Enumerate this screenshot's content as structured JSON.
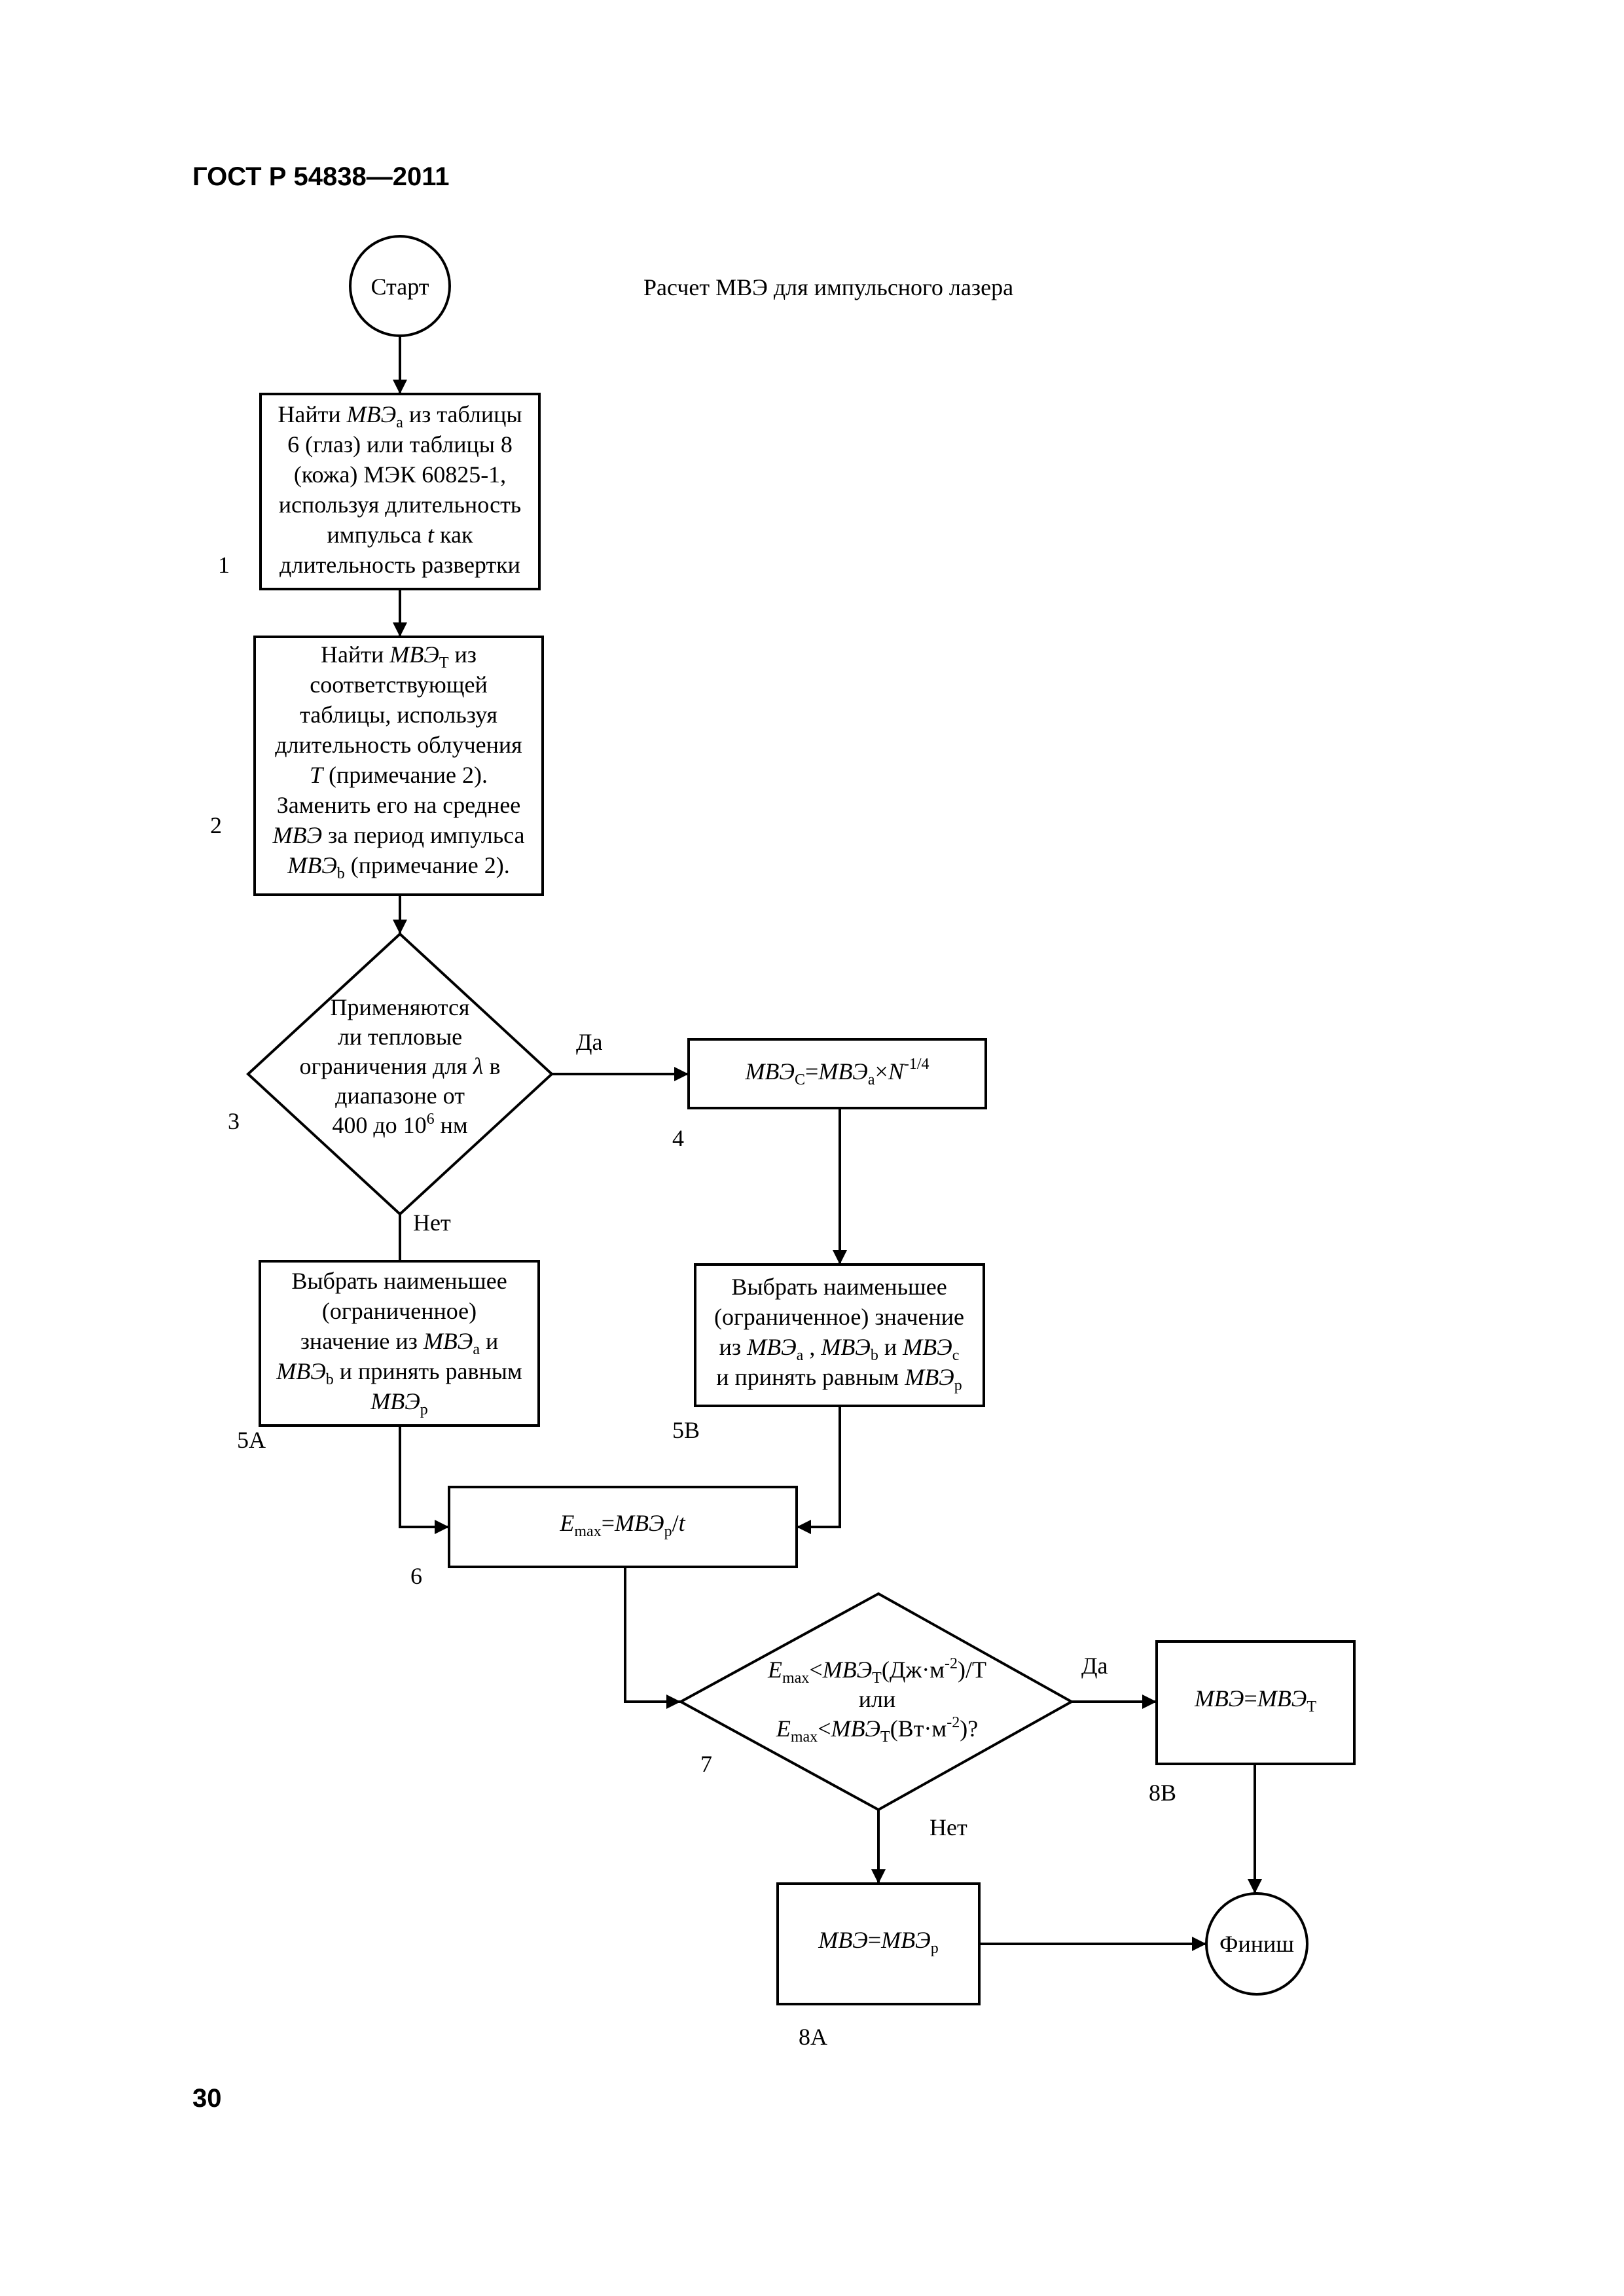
{
  "header": "ГОСТ Р 54838—2011",
  "page_number": "30",
  "diagram_title": "Расчет МВЭ для импульсного лазера",
  "terminals": {
    "start": "Старт",
    "finish": "Финиш"
  },
  "branch_labels": {
    "yes": "Да",
    "no": "Нет"
  },
  "step_numbers": {
    "s1": "1",
    "s2": "2",
    "s3": "3",
    "s4": "4",
    "s5a": "5А",
    "s5b": "5В",
    "s6": "6",
    "s7": "7",
    "s8a": "8А",
    "s8b": "8В"
  },
  "step1_text": "Найти МВЭa из таблицы 6 (глаз) или таблицы 8 (кожа) МЭК 60825-1, используя длительность импульса t как длительность развертки",
  "step2_text": "Найти МВЭT из соответствующей таблицы, используя длительность облучения T (примечание 2). Заменить его на среднее МВЭ за период импульса МВЭb (примечание 2).",
  "step3_text": "Применяются ли тепловые ограничения для λ в диапазоне от 400 до 10^6 нм",
  "step4_text": "МВЭC=МВЭa×N^-1/4",
  "step5a_text": "Выбрать наименьшее (ограниченное) значение из МВЭa и МВЭb и принять равным МВЭp",
  "step5b_text": "Выбрать наименьшее (ограниченное) значение из МВЭa , МВЭb и МВЭc и принять равным МВЭp",
  "step6_text": "Emax=МВЭp/t",
  "step7_text": "Emax<МВЭT(Дж·м^-2)/T или Emax<МВЭT(Вт·м^-2)?",
  "step8a_text": "МВЭ=МВЭp",
  "step8b_text": "МВЭ=МВЭT"
}
